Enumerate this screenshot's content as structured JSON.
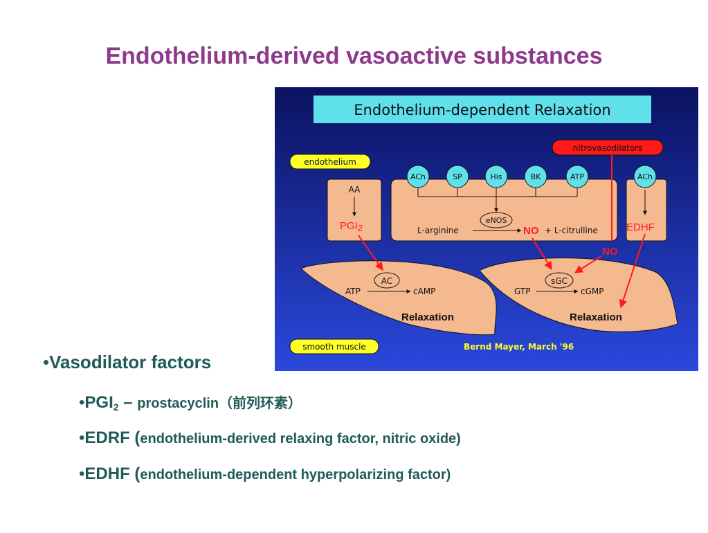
{
  "slide": {
    "title": "Endothelium-derived vasoactive substances"
  },
  "figure": {
    "heading": "Endothelium-dependent Relaxation",
    "tag_endothelium": "endothelium",
    "tag_smooth_muscle": "smooth muscle",
    "tag_nitrovasodilators": "nitrovasodilators",
    "agonists": [
      "ACh",
      "SP",
      "His",
      "BK",
      "ATP"
    ],
    "agonist_right": "ACh",
    "aa": "AA",
    "pgi": "PGI",
    "pgi_sub": "2",
    "enos": "eNOS",
    "l_arginine": "L-arginine",
    "no_center": "NO",
    "plus_citrulline": "+ L-citrulline",
    "edhf": "EDHF",
    "no_right": "NO",
    "ac": "AC",
    "atp": "ATP",
    "camp": "cAMP",
    "relaxation_left": "Relaxation",
    "sgc": "sGC",
    "gtp": "GTP",
    "cgmp": "cGMP",
    "relaxation_right": "Relaxation",
    "credit": "Bernd Mayer, March '96"
  },
  "bullets": {
    "main": "Vasodilator factors",
    "pgi_name": "PGI",
    "pgi_sub": "2",
    "pgi_dash": " – ",
    "pgi_text": "prostacyclin（前列环素）",
    "edrf_name": "EDRF (",
    "edrf_text": "endothelium-derived relaxing factor, nitric oxide)",
    "edhf_name": "EDHF (",
    "edhf_text": "endothelium-dependent hyperpolarizing factor)"
  },
  "colors": {
    "title": "#8e3a8c",
    "bullet_text": "#1f5b56",
    "figure_bg_top": "#0b1260",
    "figure_bg_bottom": "#2a48dc",
    "cell_fill": "#f5b990",
    "agonist_fill": "#5fe0ea",
    "label_yellow": "#ffff2a",
    "red": "#ff1a1a"
  }
}
